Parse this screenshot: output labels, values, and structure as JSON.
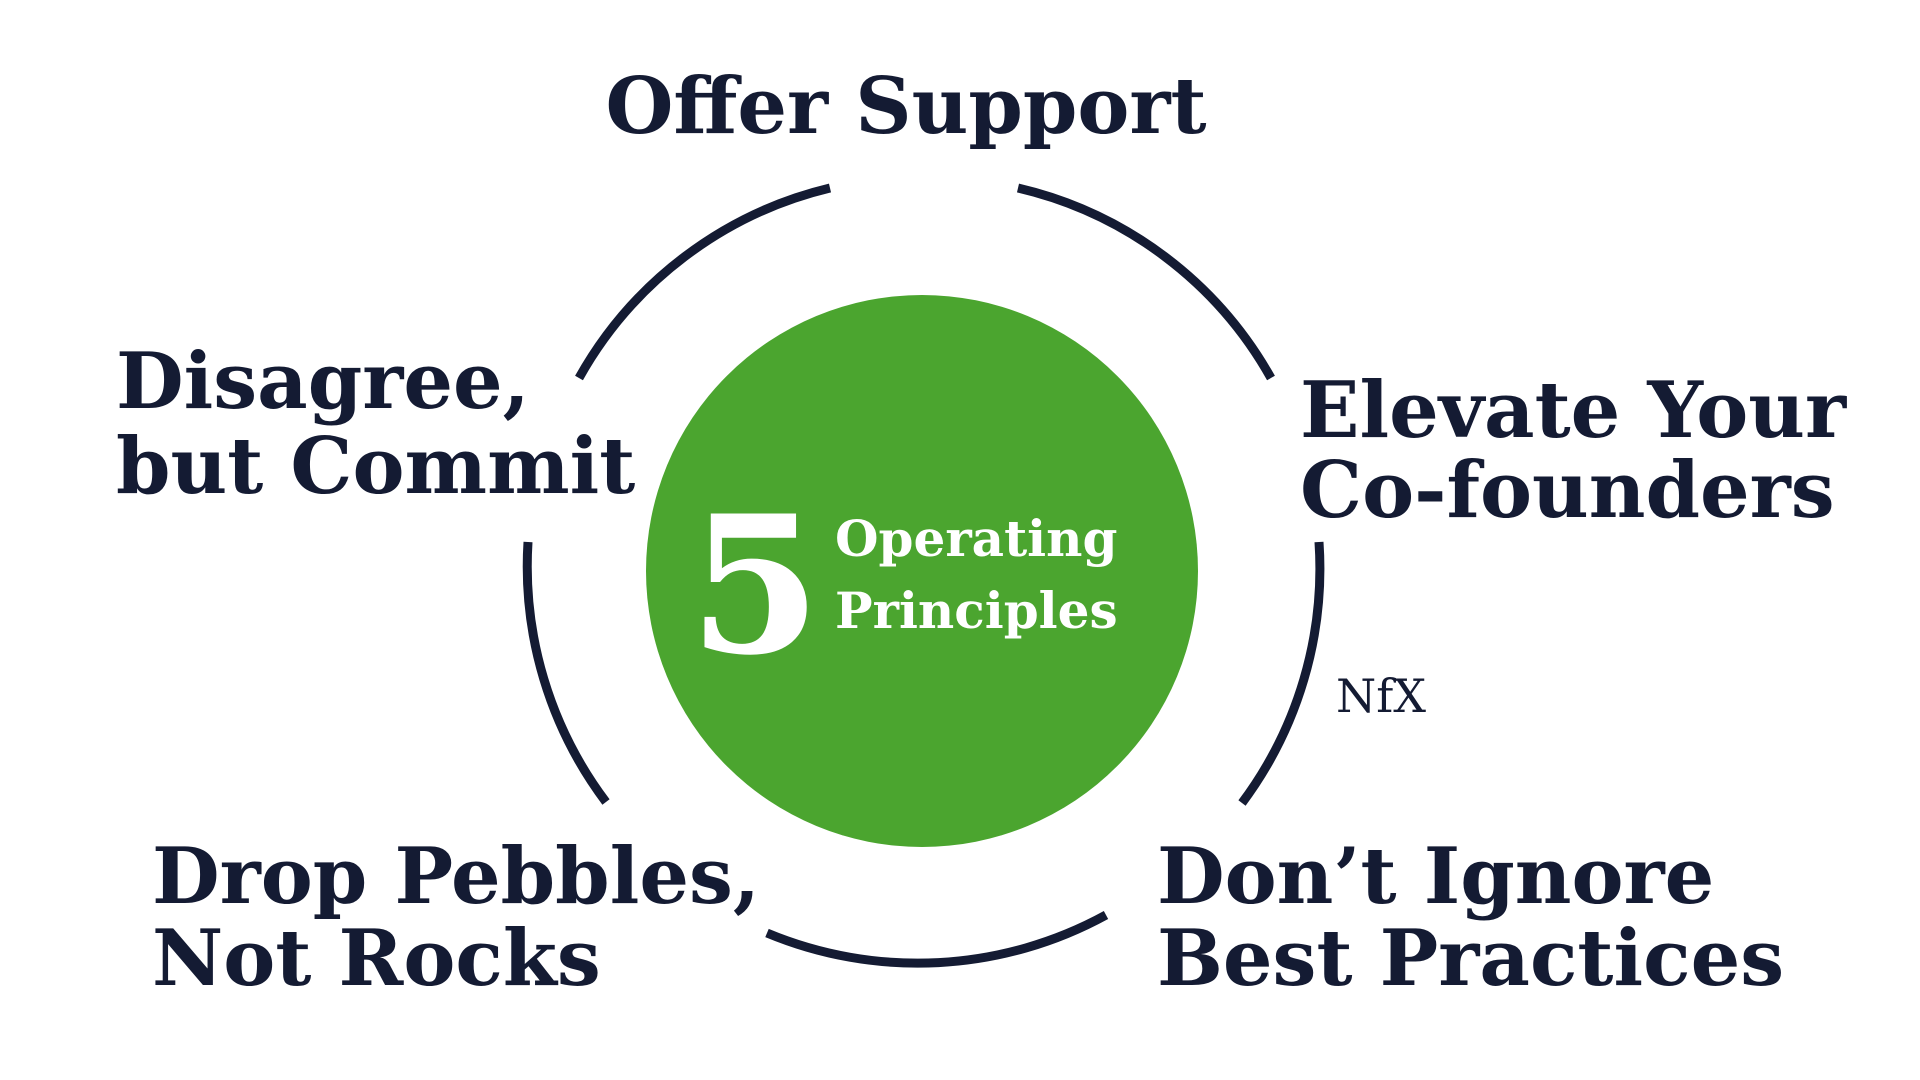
{
  "colors": {
    "ink": "#141b33",
    "accent_green": "#4ba52f",
    "background": "#ffffff",
    "center_text": "#ffffff"
  },
  "center": {
    "number": "5",
    "title_line1": "Operating",
    "title_line2": "Principles"
  },
  "principles": [
    {
      "lines": [
        "Offer Support"
      ]
    },
    {
      "lines": [
        "Elevate Your",
        "Co-founders"
      ]
    },
    {
      "lines": [
        "Don’t Ignore",
        "Best Practices"
      ]
    },
    {
      "lines": [
        "Drop Pebbles,",
        "Not Rocks"
      ]
    },
    {
      "lines": [
        "Disagree,",
        "but Commit"
      ]
    }
  ],
  "brand": {
    "logo_text": "NfX"
  }
}
